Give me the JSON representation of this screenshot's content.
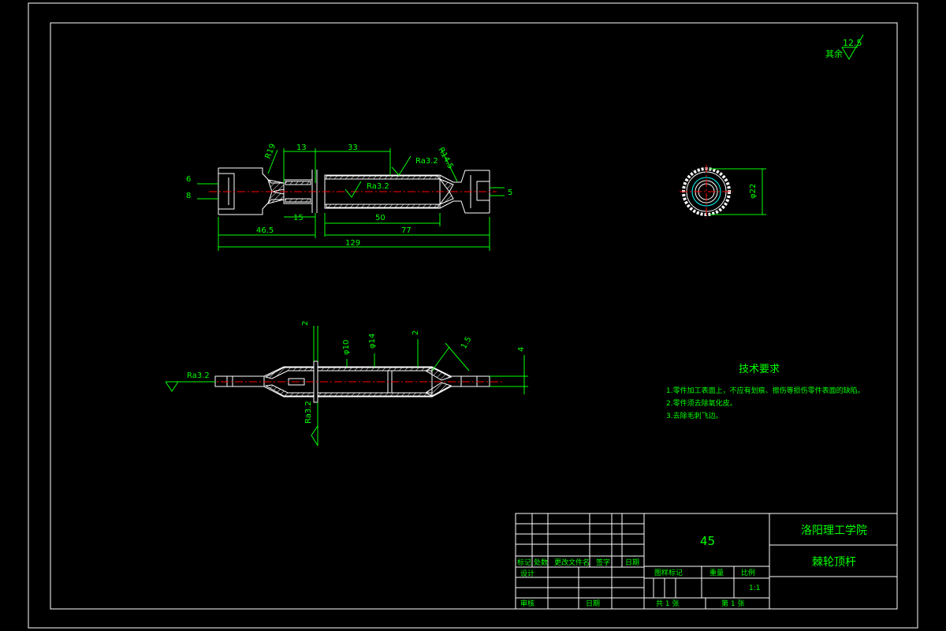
{
  "surface_finish": {
    "label": "其余",
    "value": "12.5"
  },
  "front_view": {
    "dims": {
      "d13": "13",
      "d33": "33",
      "d15": "15",
      "d50": "50",
      "d46_5": "46.5",
      "d77": "77",
      "d129": "129",
      "d6": "6",
      "d8": "8",
      "d5": "5",
      "r19": "R19",
      "r14_5": "R14.5",
      "ra_a": "Ra3.2",
      "ra_b": "Ra3.2"
    }
  },
  "end_view": {
    "dia": "φ22"
  },
  "section_view": {
    "dims": {
      "d2a": "2",
      "d10": "φ10",
      "d14": "φ14",
      "d2b": "2",
      "d1_5": "1.5",
      "d4": "4",
      "ra_left": "Ra3.2",
      "ra_bottom": "Ra3.2"
    }
  },
  "tech_req": {
    "title": "技术要求",
    "items": [
      "1.零件加工表面上，不应有划痕、擦伤等损伤零件表面的缺陷。",
      "2.零件须去除氧化皮。",
      "3.去除毛刺飞边。"
    ]
  },
  "title_block": {
    "material": "45",
    "school": "洛阳理工学院",
    "part_name": "棘轮顶杆",
    "hdr": [
      "标记",
      "处数",
      "更改文件名",
      "签字",
      "日期"
    ],
    "design": "设计",
    "review": "审核",
    "date_label": "日期",
    "stage": [
      "图样标记",
      "重量",
      "比例"
    ],
    "scale": "1:1",
    "sheets_total": "共 1 张",
    "sheet_no": "第 1 张"
  }
}
